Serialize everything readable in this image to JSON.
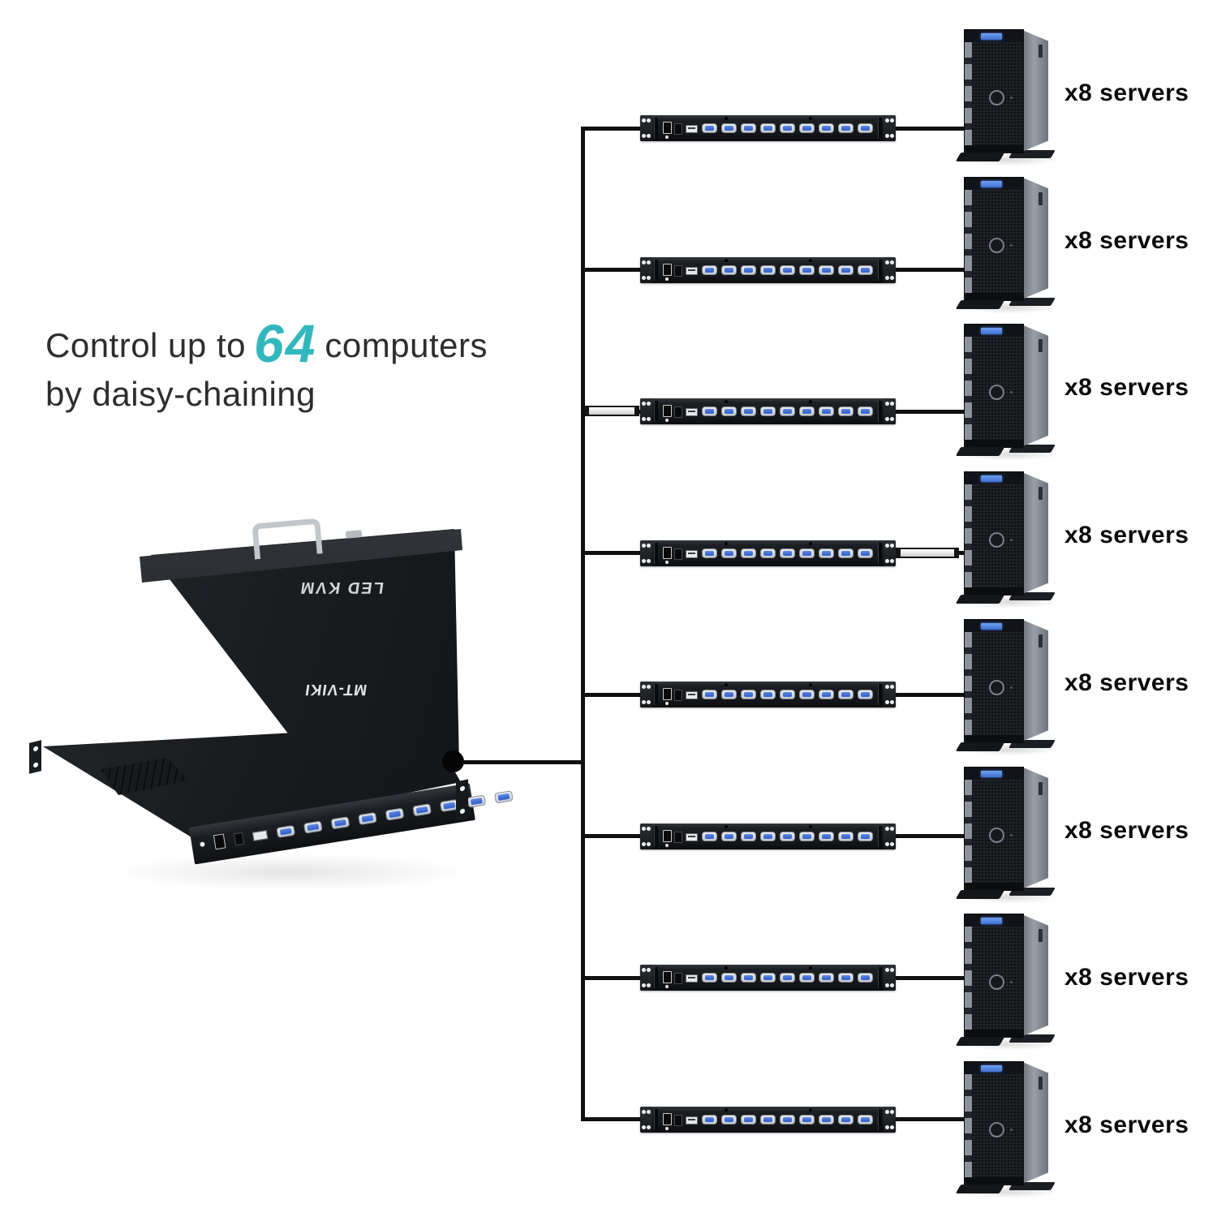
{
  "headline": {
    "prefix": "Control up to",
    "highlight": "64",
    "suffix": "computers",
    "line2": "by daisy-chaining"
  },
  "console": {
    "lid_title": "LED KVM",
    "lid_brand": "MT-VIKI"
  },
  "diagram": {
    "rows": [
      {
        "label": "x8 servers",
        "left_link": "wire",
        "right_link": "wire"
      },
      {
        "label": "x8 servers",
        "left_link": "wire",
        "right_link": "wire"
      },
      {
        "label": "x8 servers",
        "left_link": "cable",
        "right_link": "wire"
      },
      {
        "label": "x8 servers",
        "left_link": "wire",
        "right_link": "cable"
      },
      {
        "label": "x8 servers",
        "left_link": "wire",
        "right_link": "wire"
      },
      {
        "label": "x8 servers",
        "left_link": "wire",
        "right_link": "wire"
      },
      {
        "label": "x8 servers",
        "left_link": "wire",
        "right_link": "wire"
      },
      {
        "label": "x8 servers",
        "left_link": "wire",
        "right_link": "wire"
      }
    ]
  },
  "colors": {
    "accent_teal": "#32b8bc",
    "wire_black": "#101010",
    "vga_blue": "#3a67cf",
    "label_black": "#0a0a0a"
  }
}
